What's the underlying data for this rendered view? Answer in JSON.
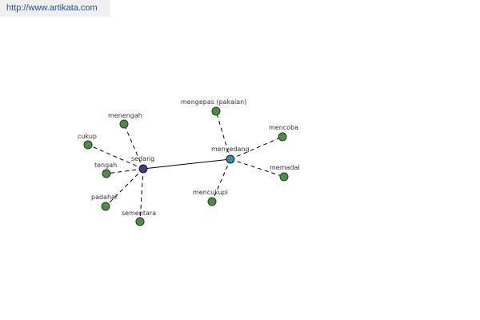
{
  "watermark": {
    "text": "http://www.artikata.com"
  },
  "colors": {
    "leaf_node": "#4f8a4a",
    "hub_sedang": "#3a3f86",
    "hub_menyedang": "#3a8f9a",
    "watermark_text": "#1e4f93"
  },
  "nodes": [
    {
      "id": "sedang",
      "label": "sedang",
      "kind": "hub"
    },
    {
      "id": "menyedang",
      "label": "menyedang",
      "kind": "hub"
    },
    {
      "id": "menengah",
      "label": "menengah",
      "kind": "leaf"
    },
    {
      "id": "cukup",
      "label": "cukup",
      "kind": "leaf"
    },
    {
      "id": "tengah",
      "label": "tengah",
      "kind": "leaf"
    },
    {
      "id": "padahal",
      "label": "padahal",
      "kind": "leaf"
    },
    {
      "id": "sementara",
      "label": "sementara",
      "kind": "leaf"
    },
    {
      "id": "mengepas",
      "label": "mengepas (pakaian)",
      "kind": "leaf"
    },
    {
      "id": "mencoba",
      "label": "mencoba",
      "kind": "leaf"
    },
    {
      "id": "memadai",
      "label": "memadai",
      "kind": "leaf"
    },
    {
      "id": "mencukupi",
      "label": "mencukupi",
      "kind": "leaf"
    }
  ],
  "edges": [
    {
      "from": "sedang",
      "to": "menyedang",
      "style": "solid"
    },
    {
      "from": "sedang",
      "to": "menengah",
      "style": "dashed"
    },
    {
      "from": "sedang",
      "to": "cukup",
      "style": "dashed"
    },
    {
      "from": "sedang",
      "to": "tengah",
      "style": "dashed"
    },
    {
      "from": "sedang",
      "to": "padahal",
      "style": "dashed"
    },
    {
      "from": "sedang",
      "to": "sementara",
      "style": "dashed"
    },
    {
      "from": "menyedang",
      "to": "mengepas",
      "style": "dashed"
    },
    {
      "from": "menyedang",
      "to": "mencoba",
      "style": "dashed"
    },
    {
      "from": "menyedang",
      "to": "memadai",
      "style": "dashed"
    },
    {
      "from": "menyedang",
      "to": "mencukupi",
      "style": "dashed"
    }
  ]
}
